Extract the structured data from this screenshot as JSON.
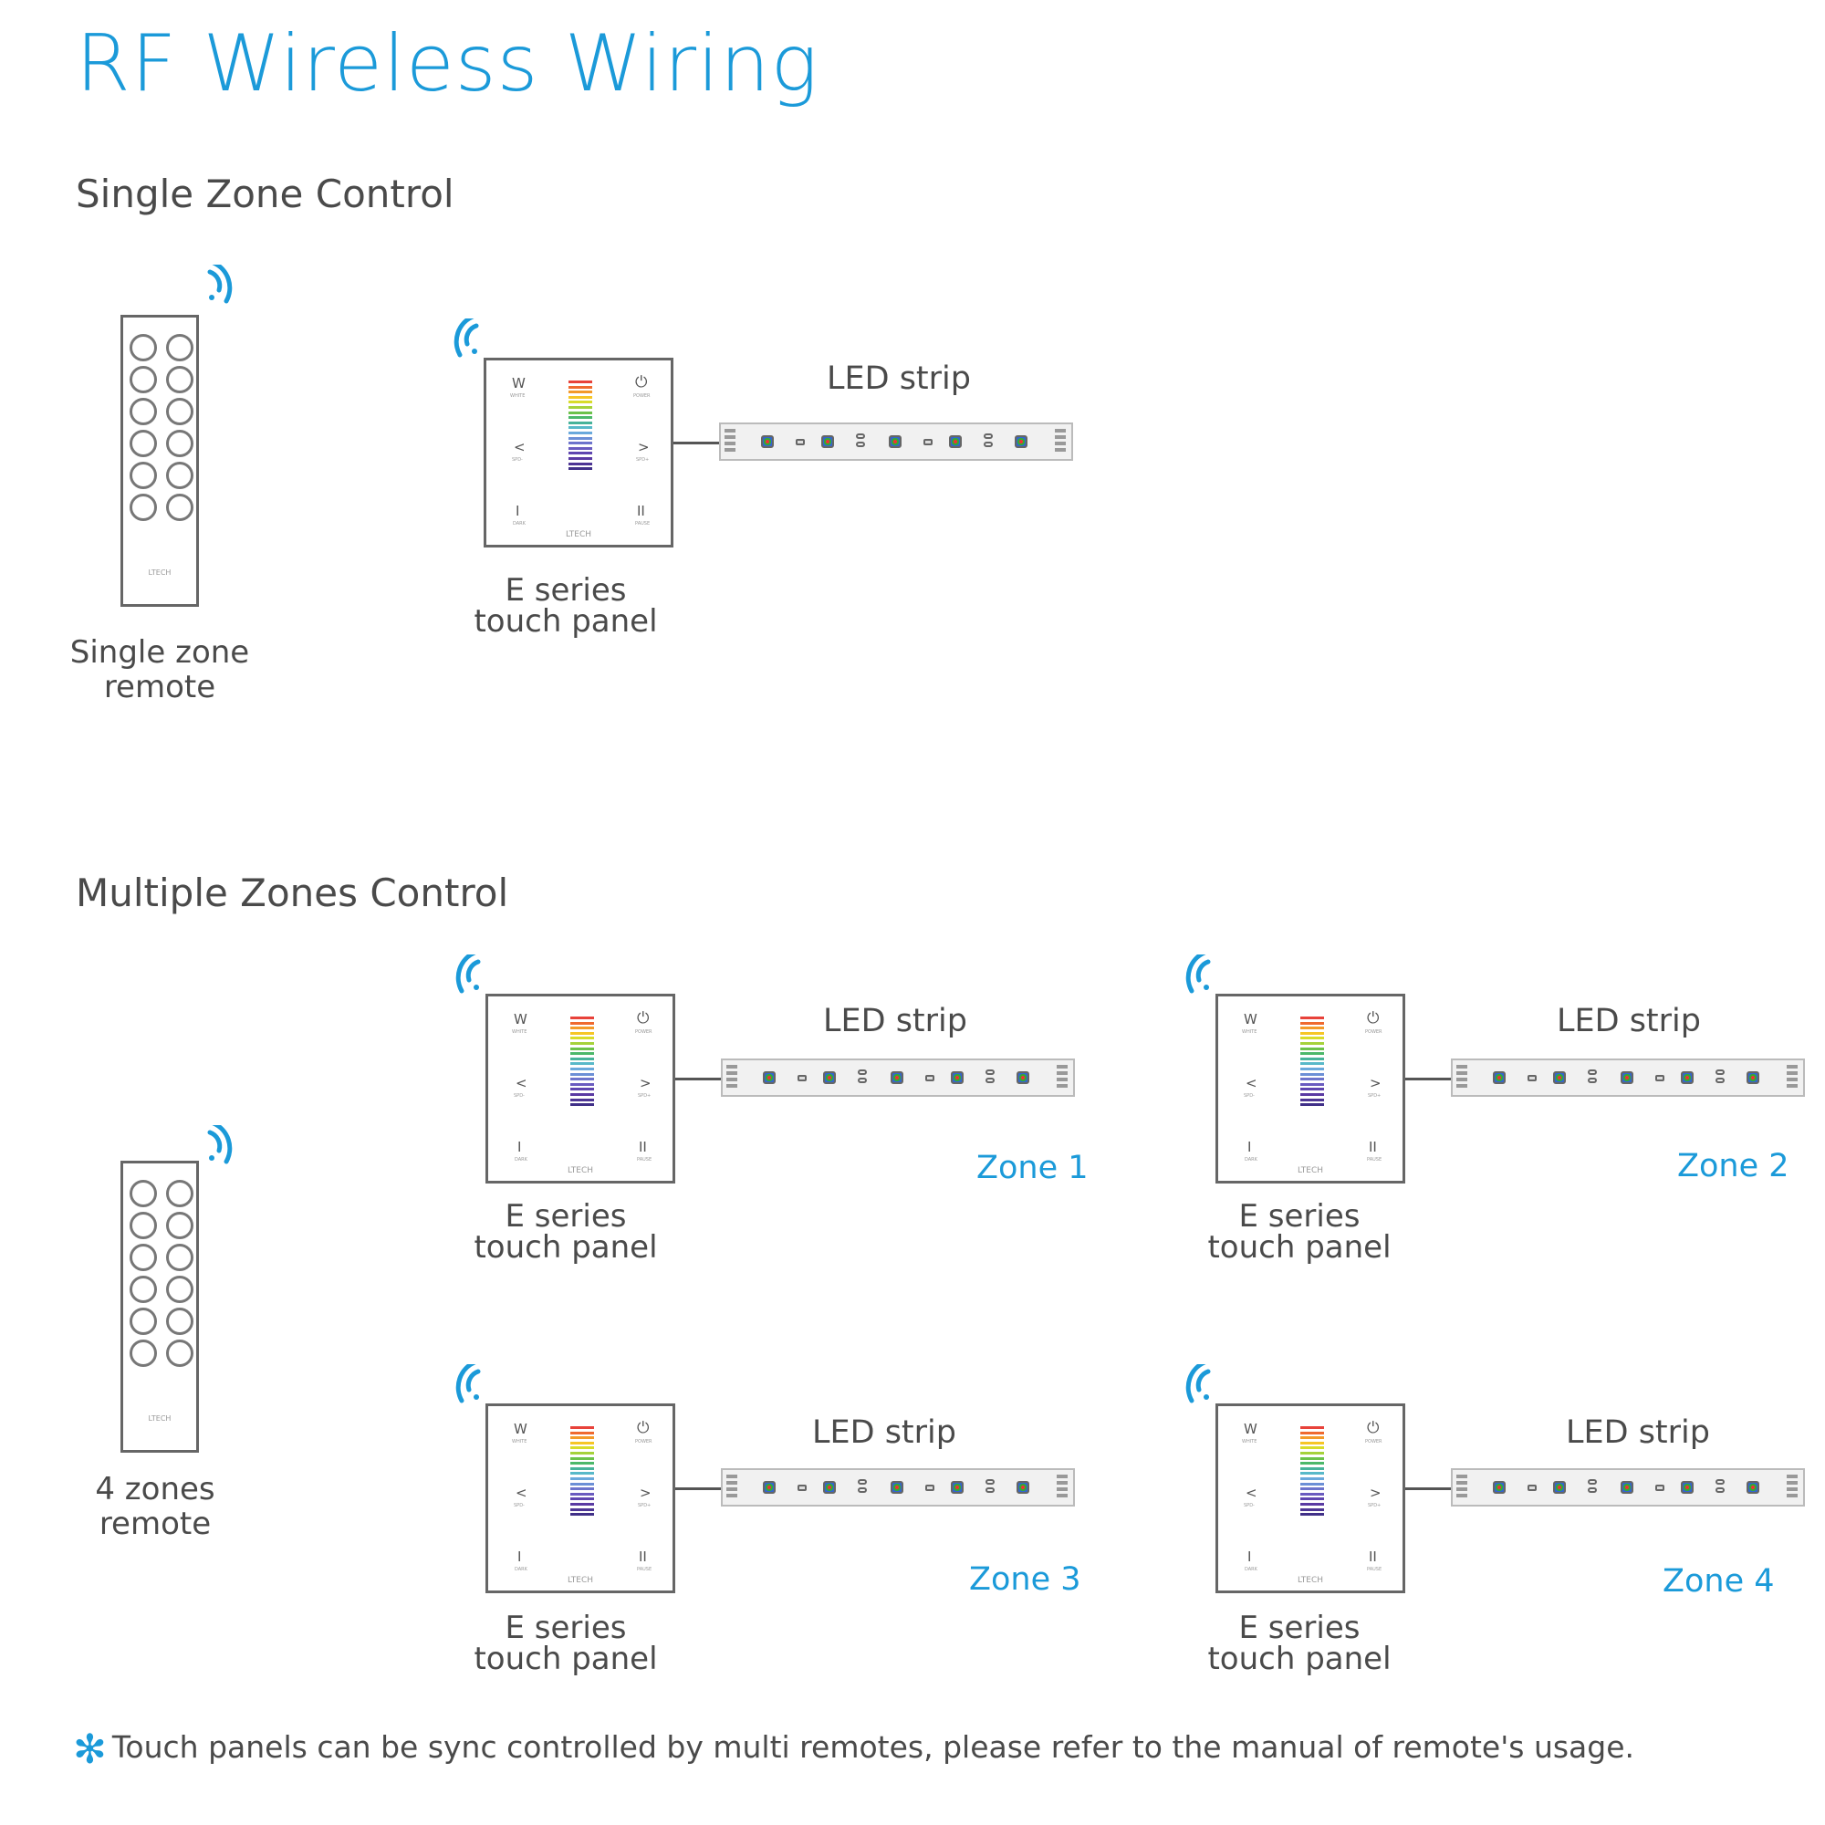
{
  "title": "RF Wireless Wiring",
  "single": {
    "heading": "Single Zone Control",
    "remote_label_1": "Single zone",
    "remote_label_2": "remote",
    "panel_label_1": "E series",
    "panel_label_2": "touch panel",
    "strip_label": "LED strip"
  },
  "multi": {
    "heading": "Multiple Zones Control",
    "remote_label_1": "4 zones",
    "remote_label_2": "remote",
    "zones": [
      {
        "name": "Zone 1",
        "panel_label_1": "E series",
        "panel_label_2": "touch panel",
        "strip_label": "LED strip"
      },
      {
        "name": "Zone 2",
        "panel_label_1": "E series",
        "panel_label_2": "touch panel",
        "strip_label": "LED strip"
      },
      {
        "name": "Zone 3",
        "panel_label_1": "E series",
        "panel_label_2": "touch panel",
        "strip_label": "LED strip"
      },
      {
        "name": "Zone 4",
        "panel_label_1": "E series",
        "panel_label_2": "touch panel",
        "strip_label": "LED strip"
      }
    ]
  },
  "panel": {
    "w_key": "W",
    "w_sub": "WHITE",
    "power_sub": "POWER",
    "left_key": "<",
    "left_sub": "SPD-",
    "right_key": ">",
    "right_sub": "SPD+",
    "i_key": "I",
    "i_sub": "DARK",
    "ii_key": "II",
    "ii_sub": "PAUSE",
    "brand": "LTECH"
  },
  "remote_brand": "LTECH",
  "note": "Touch panels can be sync controlled by multi remotes, please refer to the manual of remote's usage.",
  "colors": {
    "accent": "#1b9ad9",
    "text": "#4a4a4a",
    "outline": "#666666"
  },
  "icons": {
    "signal": "wifi-signal-icon",
    "note": "asterisk-icon"
  }
}
